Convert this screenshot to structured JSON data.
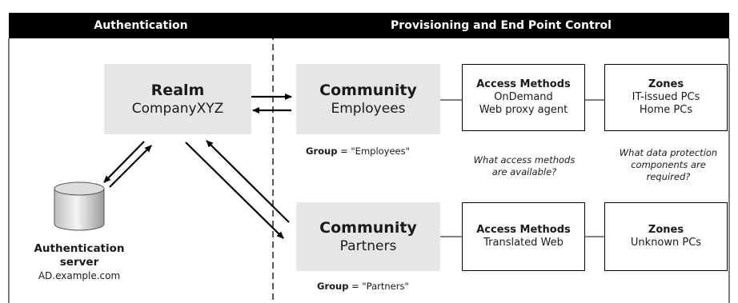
{
  "headers": {
    "left": "Authentication",
    "right": "Provisioning and End Point Control"
  },
  "realm": {
    "title": "Realm",
    "name": "CompanyXYZ"
  },
  "communities": [
    {
      "title": "Community",
      "name": "Employees",
      "group_label": "Group",
      "group_value": "= \"Employees\"",
      "access_title": "Access Methods",
      "access_items": [
        "OnDemand",
        "Web proxy agent"
      ],
      "zones_title": "Zones",
      "zones_items": [
        "IT-issued PCs",
        "Home PCs"
      ]
    },
    {
      "title": "Community",
      "name": "Partners",
      "group_label": "Group",
      "group_value": "= \"Partners\"",
      "access_title": "Access Methods",
      "access_items": [
        "Translated Web"
      ],
      "zones_title": "Zones",
      "zones_items": [
        "Unknown PCs"
      ]
    }
  ],
  "notes": {
    "access": [
      "What access methods",
      "are available?"
    ],
    "zones": [
      "What data protection",
      "components are",
      "required?"
    ]
  },
  "auth_server": {
    "title_lines": [
      "Authentication",
      "server"
    ],
    "host": "AD.example.com"
  },
  "icons": {
    "server": "database-cylinder-icon"
  },
  "colors": {
    "header_bg": "#000000",
    "box_fill": "#e6e6e6"
  }
}
